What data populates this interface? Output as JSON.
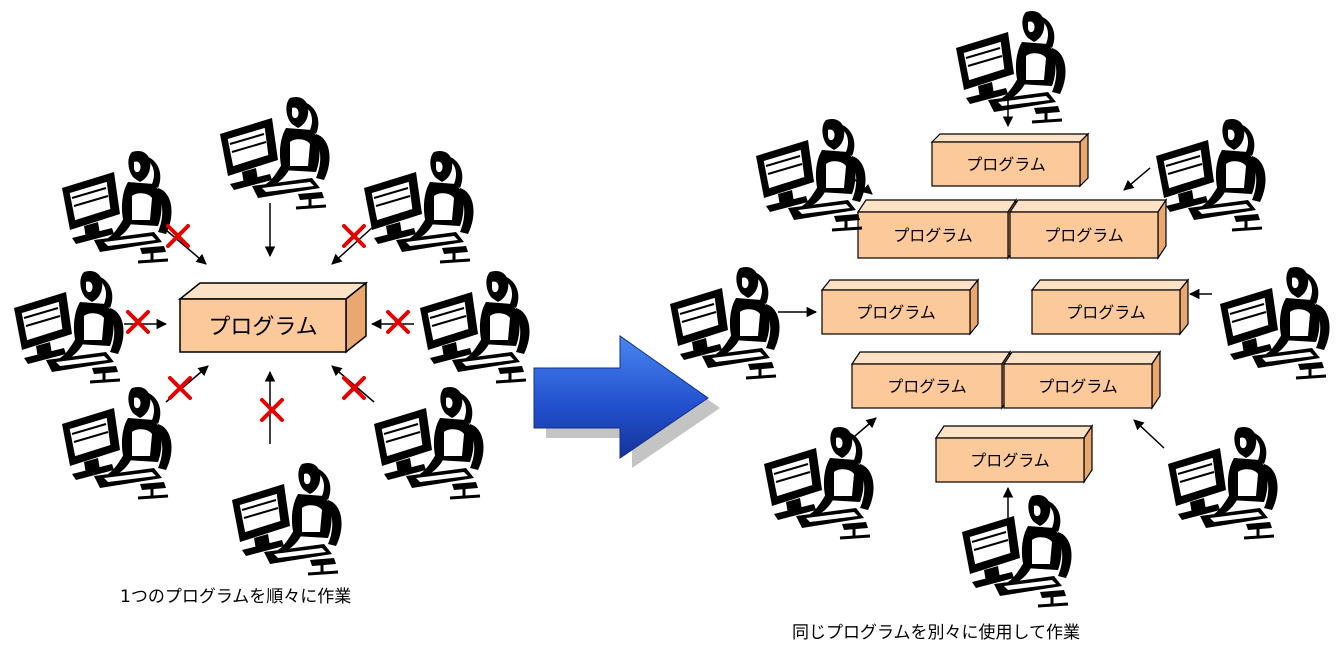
{
  "diagram": {
    "box_label": "プログラム",
    "left_caption": "1つのプログラムを順々に作業",
    "right_caption": "同じプログラムを別々に使用して作業",
    "icons": {
      "user": "user-at-computer-icon",
      "blocked": "red-cross-icon",
      "transition": "blue-arrow-icon"
    },
    "colors": {
      "box_front": "#fbc99a",
      "box_top": "#fde2c6",
      "box_side": "#e8a870",
      "blocked_mark": "#e60000",
      "transition_arrow": "#1f4fd0",
      "line": "#000000"
    }
  }
}
